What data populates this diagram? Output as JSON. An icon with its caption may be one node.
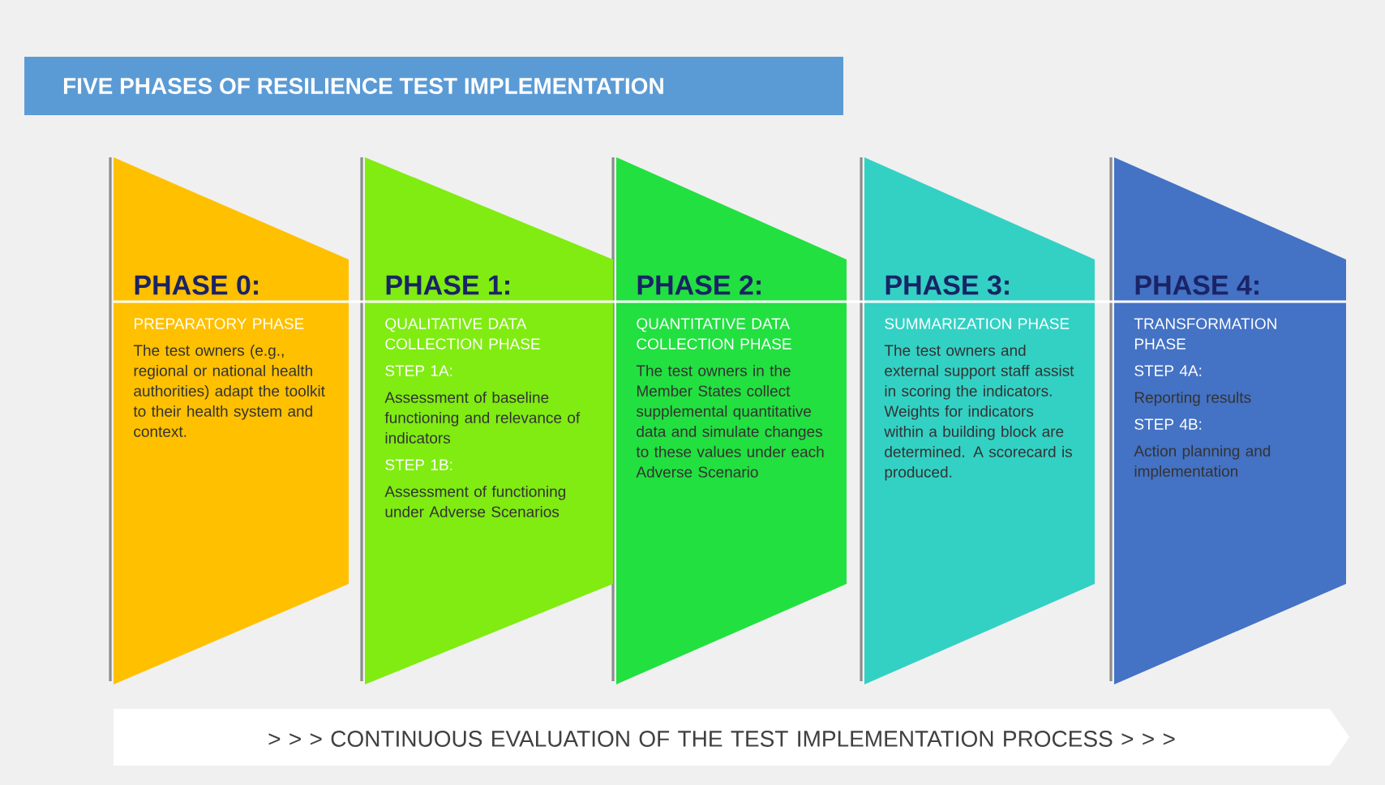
{
  "diagram": {
    "title": "FIVE  PHASES OF RESILIENCE TEST IMPLEMENTATION",
    "nodes": [
      {
        "text": [
          "PHASE 0:",
          "PREPARATORY PHASE",
          "The test owners (e.g., regional or national health authorities) adapt the toolkit to their health system and context."
        ]
      },
      {
        "text": [
          "PHASE 1:",
          "QUALITATIVE DATA COLLECTION PHASE",
          "STEP 1A:",
          "Assessment of baseline functioning and relevance of indicators",
          "STEP 1B:",
          "Assessment of functioning under Adverse Scenarios"
        ]
      },
      {
        "text": [
          "PHASE 2:",
          "QUANTITATIVE DATA COLLECTION PHASE",
          "The test owners in the Member States collect supplemental quantitative data and simulate changes to these values under each Adverse Scenario"
        ]
      },
      {
        "text": [
          "PHASE 3:",
          "SUMMARIZATION PHASE",
          "The test owners and external support staff assist in scoring the indicators. Weights for indicators within a building block are determined. A scorecard is produced."
        ]
      },
      {
        "text": [
          "PHASE 4:",
          "TRANSFORMATION PHASE",
          "STEP 4A:",
          "Reporting results",
          "STEP 4B:",
          "Action planning and implementation"
        ]
      },
      {
        "text": [
          "> > > CONTINUOUS EVALUATION OF THE TEST IMPLEMENTATION PROCESS > > >"
        ]
      }
    ]
  }
}
